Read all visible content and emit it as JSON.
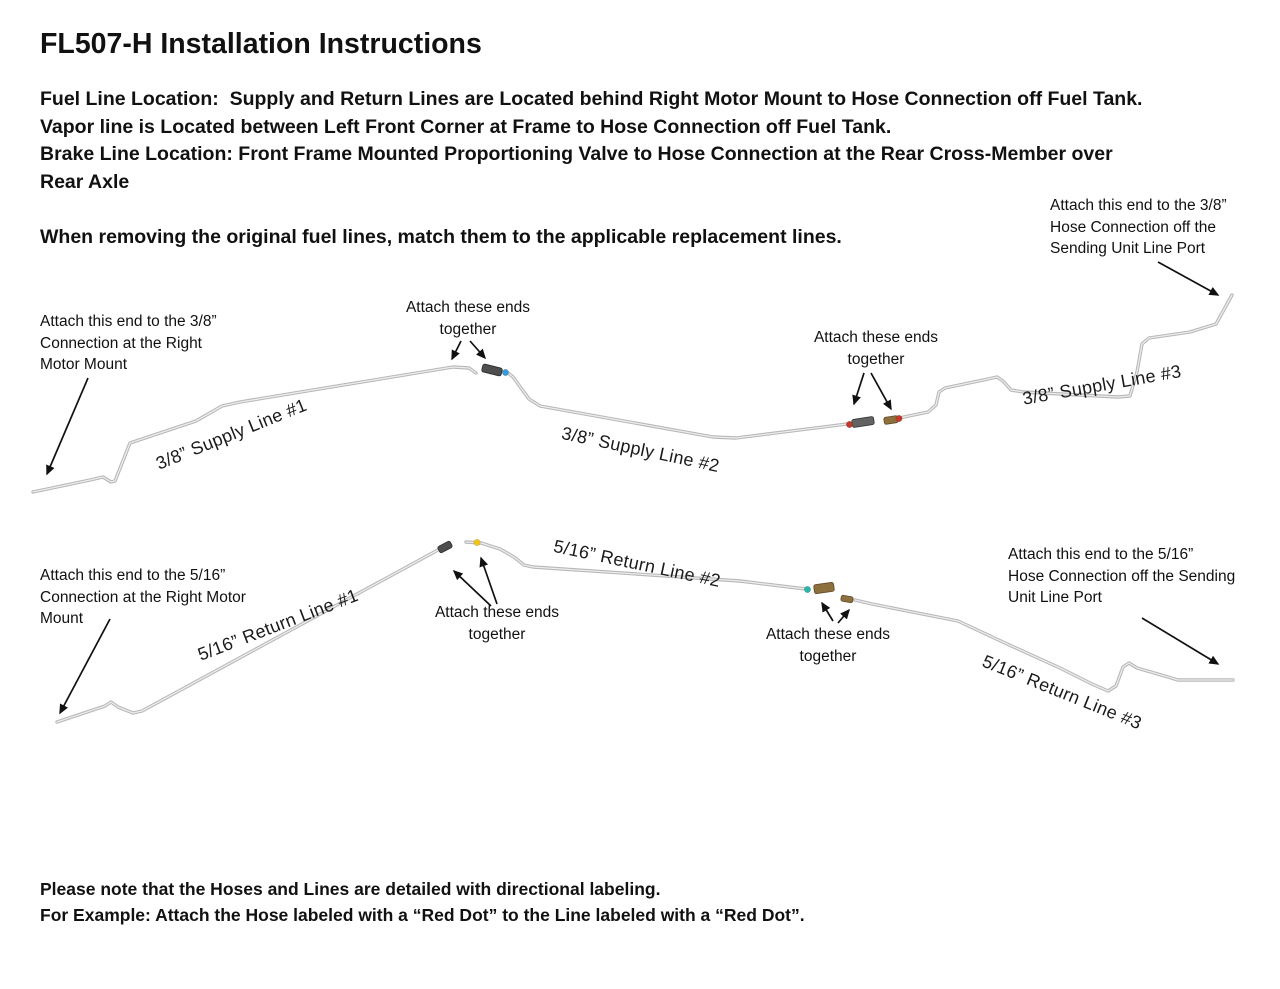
{
  "doc": {
    "title": "FL507-H Installation Instructions",
    "intro": "Fuel Line Location:  Supply and Return Lines are Located behind Right Motor Mount to Hose Connection off Fuel Tank.\nVapor line is Located between Left Front Corner at Frame to Hose Connection off Fuel Tank.\nBrake Line Location: Front Frame Mounted Proportioning Valve to Hose Connection at the Rear Cross-Member over\nRear Axle",
    "note": "When removing the original fuel lines, match them to the applicable replacement lines.",
    "footer": "Please note that the Hoses and Lines are detailed with directional labeling.\nFor Example: Attach the Hose labeled with a “Red Dot” to the Line labeled with a “Red Dot”."
  },
  "supply_diagram": {
    "ann_left": "Attach this end to the 3/8”\nConnection at the Right\nMotor Mount",
    "ann_join1": "Attach these ends\ntogether",
    "ann_join2": "Attach these ends\ntogether",
    "ann_right": "Attach this end to the 3/8”\nHose Connection off the\nSending Unit Line Port",
    "label_line1": "3/8” Supply Line #1",
    "label_line2": "3/8” Supply Line #2",
    "label_line3": "3/8” Supply Line #3"
  },
  "return_diagram": {
    "ann_left": "Attach this end to the 5/16”\nConnection at the Right Motor\nMount",
    "ann_join1": "Attach these ends\ntogether",
    "ann_join2": "Attach these ends\ntogether",
    "ann_right": "Attach this end to the 5/16”\nHose Connection off the Sending\nUnit Line Port",
    "label_line1": "5/16” Return Line #1",
    "label_line2": "5/16” Return Line #2",
    "label_line3": "5/16” Return Line #3"
  },
  "dot_colors": {
    "red": "#c0392b",
    "blue": "#3a9ad9",
    "yellow": "#f0c419",
    "teal": "#29b6a8"
  },
  "tube_color": "#b7b7b7"
}
